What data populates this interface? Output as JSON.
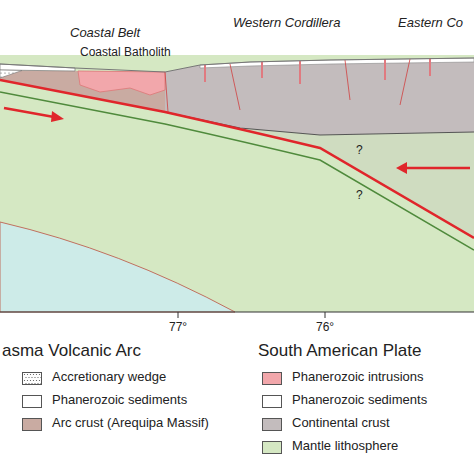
{
  "diagram": {
    "labels": [
      "Coastal Belt",
      "Coastal Batholith",
      "Western Cordillera",
      "Eastern Co",
      "?",
      "?",
      "77°",
      "76°",
      "asma Volcanic Arc",
      "South American Plate"
    ],
    "legend": [
      {
        "text": "Accretionary wedge"
      },
      {
        "text": "Phanerozoic sediments",
        "color": "#ffffff"
      },
      {
        "text": "Arc crust (Arequipa Massif)",
        "color": "#c9aba2"
      },
      {
        "text": "Phanerozoic intrusions",
        "color": "#f2a7ab"
      },
      {
        "text": "Phanerozoic sediments",
        "color": "#ffffff"
      },
      {
        "text": "Continental crust",
        "color": "#c3bcbd"
      },
      {
        "text": "Mantle lithosphere",
        "color": "#d5e8c3"
      }
    ]
  }
}
